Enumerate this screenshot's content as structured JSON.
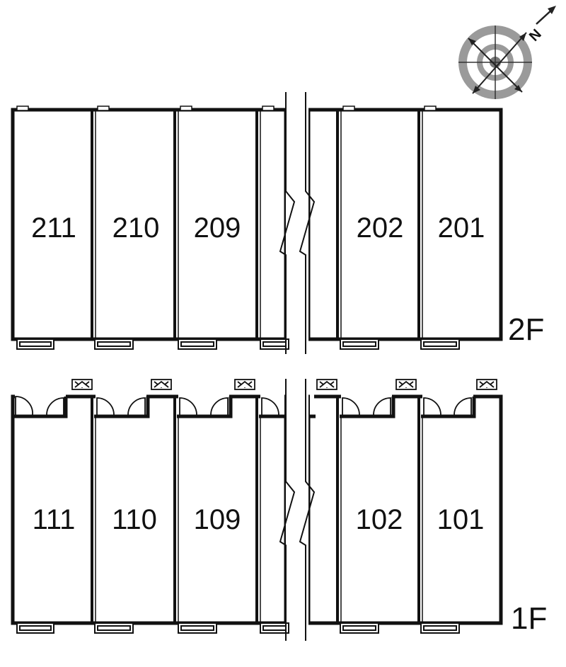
{
  "compass": {
    "north_label": "N",
    "icon": "compass-rose-icon"
  },
  "floors": [
    {
      "label": "2F",
      "units": [
        "211",
        "210",
        "209",
        "202",
        "201"
      ]
    },
    {
      "label": "1F",
      "units": [
        "111",
        "110",
        "109",
        "102",
        "101"
      ]
    }
  ]
}
